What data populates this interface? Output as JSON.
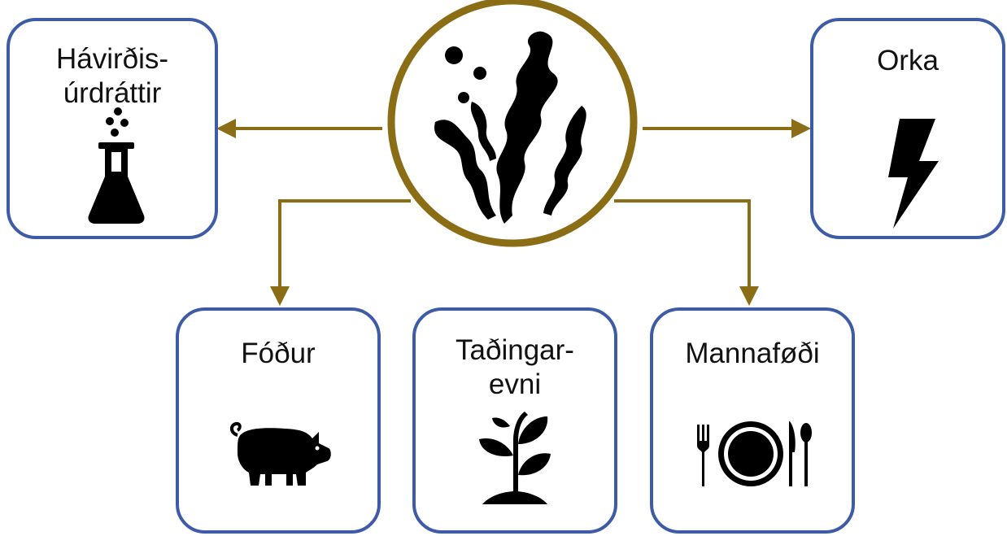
{
  "center": {
    "icon": "seaweed-icon"
  },
  "products": [
    {
      "id": "extracts",
      "label": "Hávirðis-\núrdráttir",
      "icon": "flask-icon"
    },
    {
      "id": "energy",
      "label": "Orka",
      "icon": "lightning-bolt-icon"
    },
    {
      "id": "feed",
      "label": "Fóður",
      "icon": "pig-icon"
    },
    {
      "id": "fertilizer",
      "label": "Taðingar-\nevni",
      "icon": "sprout-icon"
    },
    {
      "id": "food",
      "label": "Mannaføði",
      "icon": "plate-cutlery-icon"
    }
  ],
  "colors": {
    "box_border": "#3d5ba6",
    "arrow": "#8a6d14",
    "circle": "#8a6d14",
    "icon": "#000000"
  }
}
